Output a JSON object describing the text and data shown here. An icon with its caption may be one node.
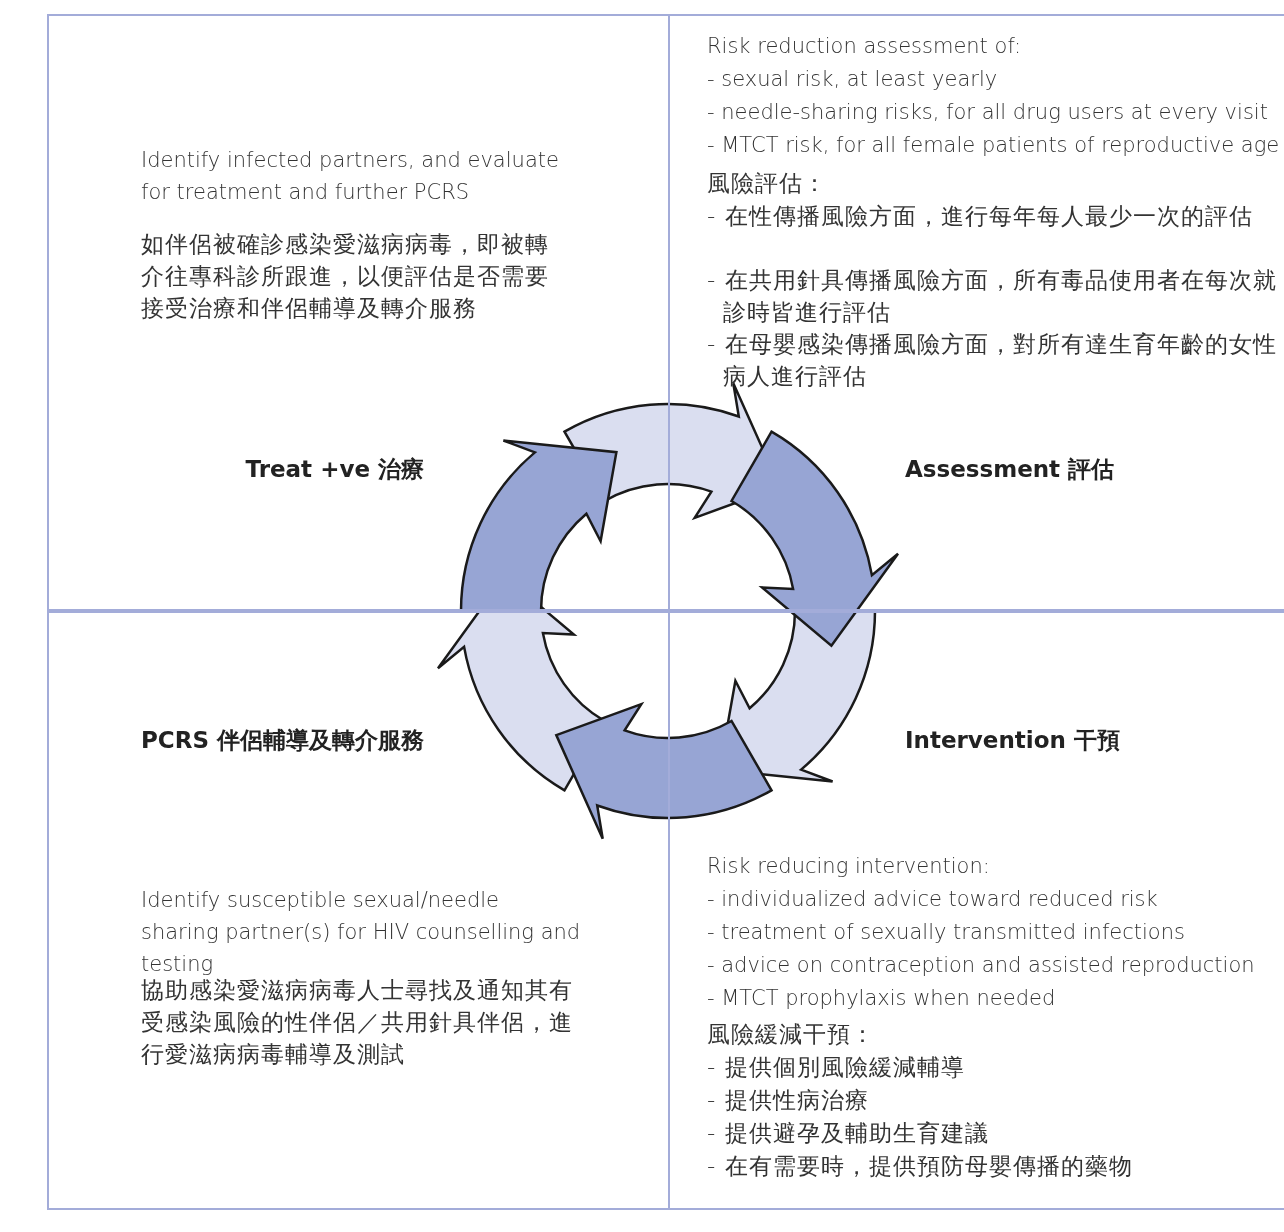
{
  "diagram": {
    "nodes": [
      {
        "text": [
          "Identify infected partners, and evaluate for treatment and further PCRS",
          "如伴侶被確診感染愛滋病病毒，即被轉介往專科診所跟進，以便評估是否需要接受治療和伴侶輔導及轉介服務",
          "Treat +ve 治療"
        ]
      },
      {
        "text": [
          "Risk reduction assessment of:",
          "- sexual risk, at least yearly",
          "- needle-sharing risks, for all drug users at every visit",
          "- MTCT risk, for all female patients of reproductive age",
          "風險評估：",
          "- 在性傳播風險方面，進行每年每人最少一次的評估",
          "- 在共用針具傳播風險方面，所有毒品使用者在每次就診時皆進行評估",
          "- 在母嬰感染傳播風險方面，對所有達生育年齡的女性病人進行評估",
          "Assessment 評估"
        ]
      },
      {
        "text": [
          "PCRS 伴侶輔導及轉介服務",
          "Identify susceptible sexual/needle sharing partner(s) for HIV counselling and testing",
          "協助感染愛滋病病毒人士尋找及通知其有受感染風險的性伴侶／共用針具伴侶，進行愛滋病病毒輔導及測試"
        ]
      },
      {
        "text": [
          "Intervention 干預",
          "Risk reducing intervention:",
          "- individualized advice toward reduced risk",
          "- treatment of sexually transmitted infections",
          "- advice on contraception and assisted reproduction",
          "- MTCT prophylaxis when needed",
          "風險緩減干預：",
          "- 提供個別風險緩減輔導",
          "- 提供性病治療",
          "- 提供避孕及輔助生育建議",
          "- 在有需要時，提供預防母嬰傳播的藥物"
        ]
      }
    ]
  }
}
